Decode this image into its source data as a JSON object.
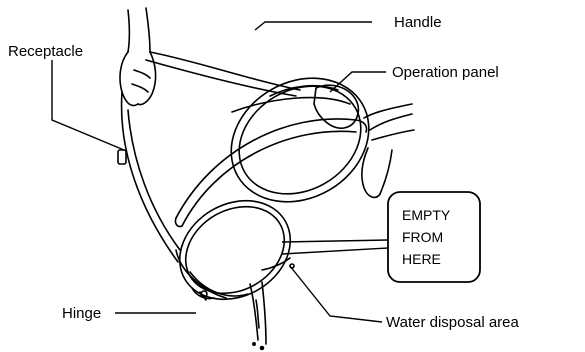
{
  "labels": {
    "handle": "Handle",
    "receptacle": "Receptacle",
    "operation_panel": "Operation panel",
    "hinge": "Hinge",
    "water_disposal_area": "Water disposal area"
  },
  "callout_box": {
    "lines": [
      "EMPTY",
      "FROM",
      "HERE"
    ]
  },
  "colors": {
    "ink": "#000000",
    "background": "#ffffff"
  }
}
